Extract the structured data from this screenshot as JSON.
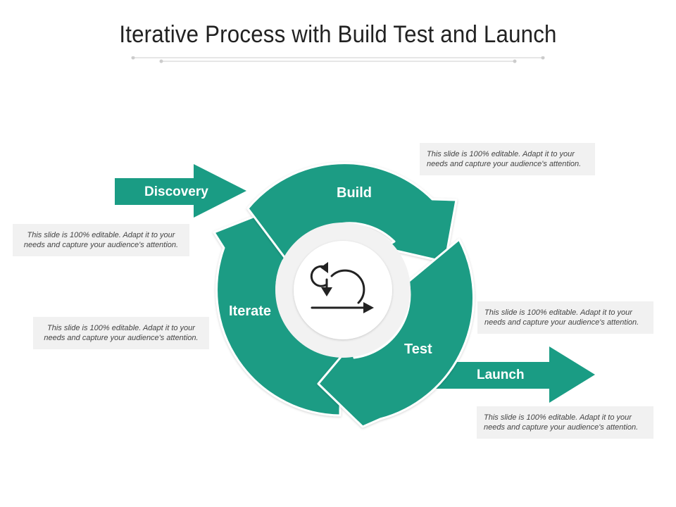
{
  "title": "Iterative Process with Build Test and Launch",
  "colors": {
    "accent": "#1a9c84",
    "note_bg": "#f1f1f1",
    "text": "#222222"
  },
  "center_icon": "iteration-loop-arrow-icon",
  "labels": {
    "discovery": "Discovery",
    "build": "Build",
    "iterate": "Iterate",
    "test": "Test",
    "launch": "Launch"
  },
  "notes": [
    "This slide is 100% editable. Adapt it to your needs and capture your audience's attention.",
    "This slide is 100% editable. Adapt it to your needs and capture your audience's attention.",
    "This slide is 100% editable. Adapt it to your needs and capture your audience's attention.",
    "This slide is 100% editable. Adapt it to your needs and capture your audience's attention.",
    "This slide is 100% editable. Adapt it to your needs and capture your audience's attention."
  ]
}
